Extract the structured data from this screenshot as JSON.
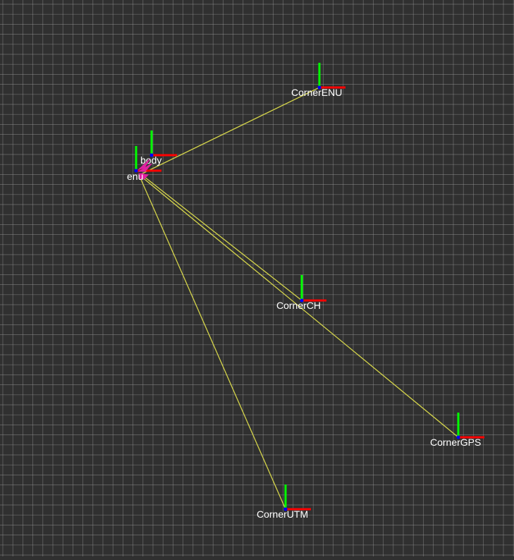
{
  "scene": {
    "background_color": "#303030",
    "grid_color": "#a0a0a0",
    "link_color": "#d4d44a",
    "axis_colors": {
      "x": "#ff0000",
      "y": "#00ff00",
      "z": "#0000ff"
    },
    "highlight_color": "#e020a0"
  },
  "frames": [
    {
      "id": "corner-enu",
      "label": "CornerENU"
    },
    {
      "id": "body",
      "label": "body"
    },
    {
      "id": "enu",
      "label": "enu"
    },
    {
      "id": "corner-ch",
      "label": "CornerCH"
    },
    {
      "id": "corner-gps",
      "label": "CornerGPS"
    },
    {
      "id": "corner-utm",
      "label": "CornerUTM"
    }
  ]
}
